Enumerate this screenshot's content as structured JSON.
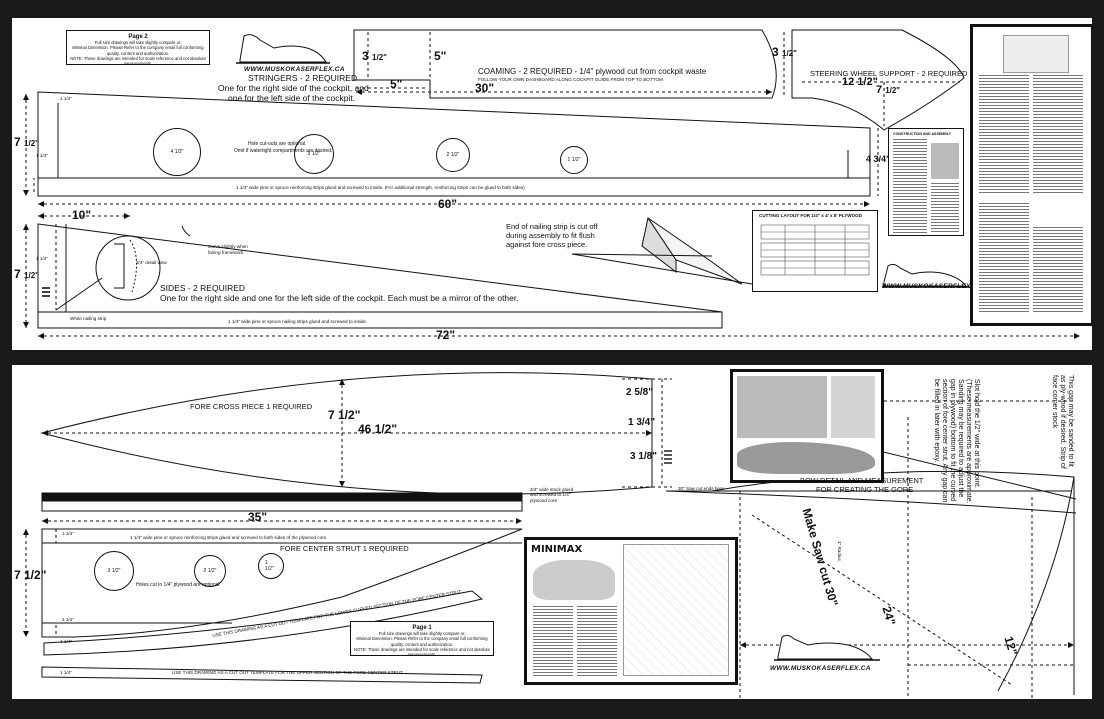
{
  "website": "WWW.MUSKOKASERFLEX.CA",
  "page_note_1": {
    "title": "Page 2",
    "lines": [
      "Full size drawings will take slightly compare or.",
      "Minimal Dimension. Please Refer to the company email full conforming quality, content and authorization.",
      "NOTE: These drawings are intended for scale reference and not absolute measurements."
    ]
  },
  "page_note_2": {
    "title": "Page 1",
    "lines": [
      "Full size drawings will take slightly compare or.",
      "Minimal Dimension. Please Refer to the company email full conforming quality, content and authorization.",
      "NOTE: These drawings are intended for scale reference and not absolute measurements."
    ]
  },
  "coaming": {
    "title": "COAMING - 2 REQUIRED - 1/4\" plywood cut from cockpit waste",
    "note": "FOLLOW YOUR OWN DASHBOARD ALONG COCKPIT GUIDE FROM TOP TO BOTTOM",
    "dims": {
      "h_left": "3",
      "h_left_frac": "1/2\"",
      "h_right": "5\"",
      "w_short": "5\"",
      "w_long": "30\""
    }
  },
  "stringers": {
    "title": "STRINGERS - 2 REQUIRED",
    "subtitle_1": "One for the right side of the cockpit, and",
    "subtitle_2": "one for the left side of the cockpit.",
    "hole_note_1": "Hole cut-outs are optional.",
    "hole_note_2": "Omit if watertight compartments are desired.",
    "strip_note": "1 1/4\" wide pine or spruce reinforcing strips glued and screwed to inside. (For additional strength, reinforcing strips can be glued to both sides)",
    "dims": {
      "height": "7",
      "height_frac": "1/2\"",
      "end": "4 3/4\"",
      "length": "60\"",
      "top": "1 1/4\"",
      "strip": "1 1/4\""
    },
    "hole_labels": [
      "4 1/2\"",
      "3 1/2\"",
      "2 1/2\"",
      "1 1/2\""
    ]
  },
  "steering": {
    "title": "STEERING WHEEL SUPPORT - 2 REQUIRED",
    "dims": {
      "h": "3",
      "h_frac": "1/2\"",
      "w": "12 1/2\"",
      "inner": "7",
      "inner_frac": "1/2\""
    }
  },
  "sides": {
    "title": "SIDES - 2 REQUIRED",
    "subtitle": "One for the right side and one for the left side of the cockpit.  Each must be a mirror of the other.",
    "curve_note_1": "Curve slightly when",
    "curve_note_2": "fairing framework.",
    "detail_note": "3/4\" detail view",
    "strip_label": "White nailing strip",
    "nailing_note": "1 1/4\" wide pine or spruce nailing strips glued and screwed to inside.",
    "dims": {
      "height": "7",
      "height_frac": "1/2\"",
      "front": "10\"",
      "length": "72\"",
      "strip": "1 1/4\""
    }
  },
  "nailing_note": {
    "line1": "End of nailing strip is cut off",
    "line2": "during assembly to fit flush",
    "line3": "against fore cross piece."
  },
  "fore_cross": {
    "title": "FORE CROSS PIECE   1 REQUIRED",
    "dims": {
      "height": "7 1/2\"",
      "length": "46 1/2\"",
      "d1": "2 5/8\"",
      "d2": "1 3/4\"",
      "d3": "3 1/8\""
    }
  },
  "strip_note_2": "3/4\" wide stock glued and screwed to 1/4\" plywood core",
  "fore_center": {
    "title": "FORE CENTER STRUT   1 REQUIRED",
    "strip_note": "1 1/4\" wide pine or spruce reinforcing strips glued and screwed to both sides of the plywood core",
    "hole_note": "Holes cut in 1/4\" plywood are optional",
    "template_note": "USE THIS DRAWING AS A CUT OUT TEMPLATE FOR THE LOWER CURVED SECTION OF THE FORE CENTER STRUT",
    "template_note_2": "USE THIS DRAWING AS A CUT OUT TEMPLATE FOR THE UPPER SECTION OF THE FORE CENTER STRUT",
    "dims": {
      "length": "35\"",
      "height": "7 1/2\"",
      "top": "1 1/4\"",
      "bottom": "1 1/4\"",
      "lower": "1 1/4\"",
      "upper": "1 1/4\""
    },
    "hole_labels": [
      "3 1/2\"",
      "2 1/2\"",
      "1 1/2\""
    ]
  },
  "bow": {
    "title_1": "BOW DETAIL AND MEASUREMENT",
    "title_2": "FOR CREATING THE GORE",
    "saw_note": "Make Saw cut 30\"",
    "dim_24": "24\"",
    "dim_12": "12\"",
    "small_note": "30\" Saw cut ends here",
    "center_note": "1\" Radius",
    "side_note": "This gap may be sanded to fit as ply-wood if desired. Strip of face corner stock",
    "slot_note": "Slot hold the 1/2\" wide at this point. (These measurements are approximate. Sanding may be required to adjust the gap in plywood) bottom to fit the curved section of fore center strut. Any gap can be filled in later with epoxy."
  },
  "minimax": {
    "title": "MINIMAX"
  },
  "article": {
    "title": "CONSTRUCTION AND ASSEMBLY"
  },
  "plans_table": {
    "title": "CUTTING LAYOUT FOR 1/4\" x 4' x 8' PLYWOOD"
  }
}
